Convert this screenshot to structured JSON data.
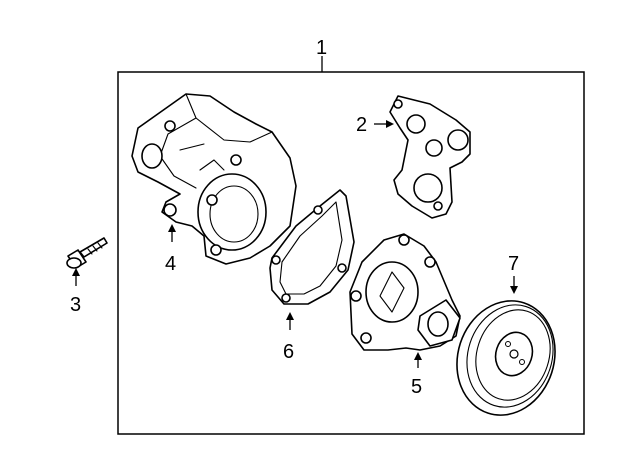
{
  "callouts": {
    "c1": "1",
    "c2": "2",
    "c3": "3",
    "c4": "4",
    "c5": "5",
    "c6": "6",
    "c7": "7"
  },
  "parts": [
    {
      "callout": "1",
      "icon": "assembly-frame"
    },
    {
      "callout": "2",
      "icon": "gasket-icon"
    },
    {
      "callout": "3",
      "icon": "bolt-icon"
    },
    {
      "callout": "4",
      "icon": "pump-housing-icon"
    },
    {
      "callout": "5",
      "icon": "water-pump-icon"
    },
    {
      "callout": "6",
      "icon": "pump-gasket-icon"
    },
    {
      "callout": "7",
      "icon": "pulley-icon"
    }
  ]
}
